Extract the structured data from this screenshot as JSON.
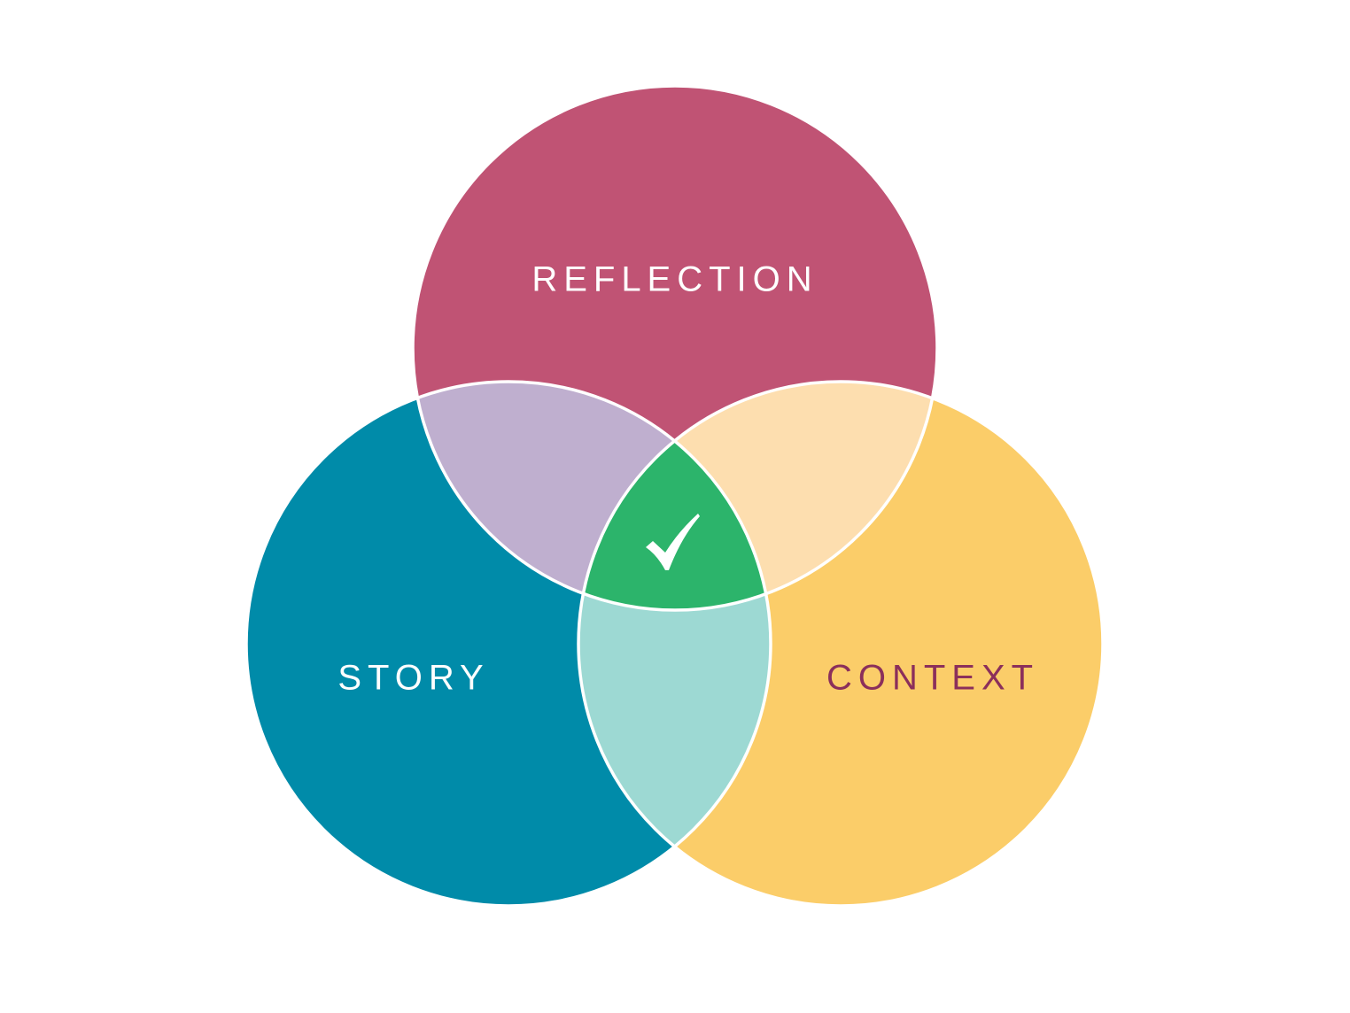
{
  "diagram": {
    "type": "venn",
    "sets": [
      {
        "id": "reflection",
        "label": "REFLECTION",
        "fill": "#C05374",
        "label_color": "#FFFFFF"
      },
      {
        "id": "story",
        "label": "STORY",
        "fill": "#008BA9",
        "label_color": "#FFFFFF"
      },
      {
        "id": "context",
        "label": "CONTEXT",
        "fill": "#FBCD69",
        "label_color": "#8B2F5B"
      }
    ],
    "overlaps": [
      {
        "id": "reflection-story",
        "sets": [
          "reflection",
          "story"
        ],
        "fill": "#BFAFCF"
      },
      {
        "id": "reflection-context",
        "sets": [
          "reflection",
          "context"
        ],
        "fill": "#FDDEAF"
      },
      {
        "id": "story-context",
        "sets": [
          "story",
          "context"
        ],
        "fill": "#9DD9D3"
      },
      {
        "id": "all-three",
        "sets": [
          "reflection",
          "story",
          "context"
        ],
        "fill": "#2CB46B",
        "icon": "checkmark-icon"
      }
    ],
    "outline_color": "#FFFFFF",
    "background": "#FFFFFF"
  }
}
